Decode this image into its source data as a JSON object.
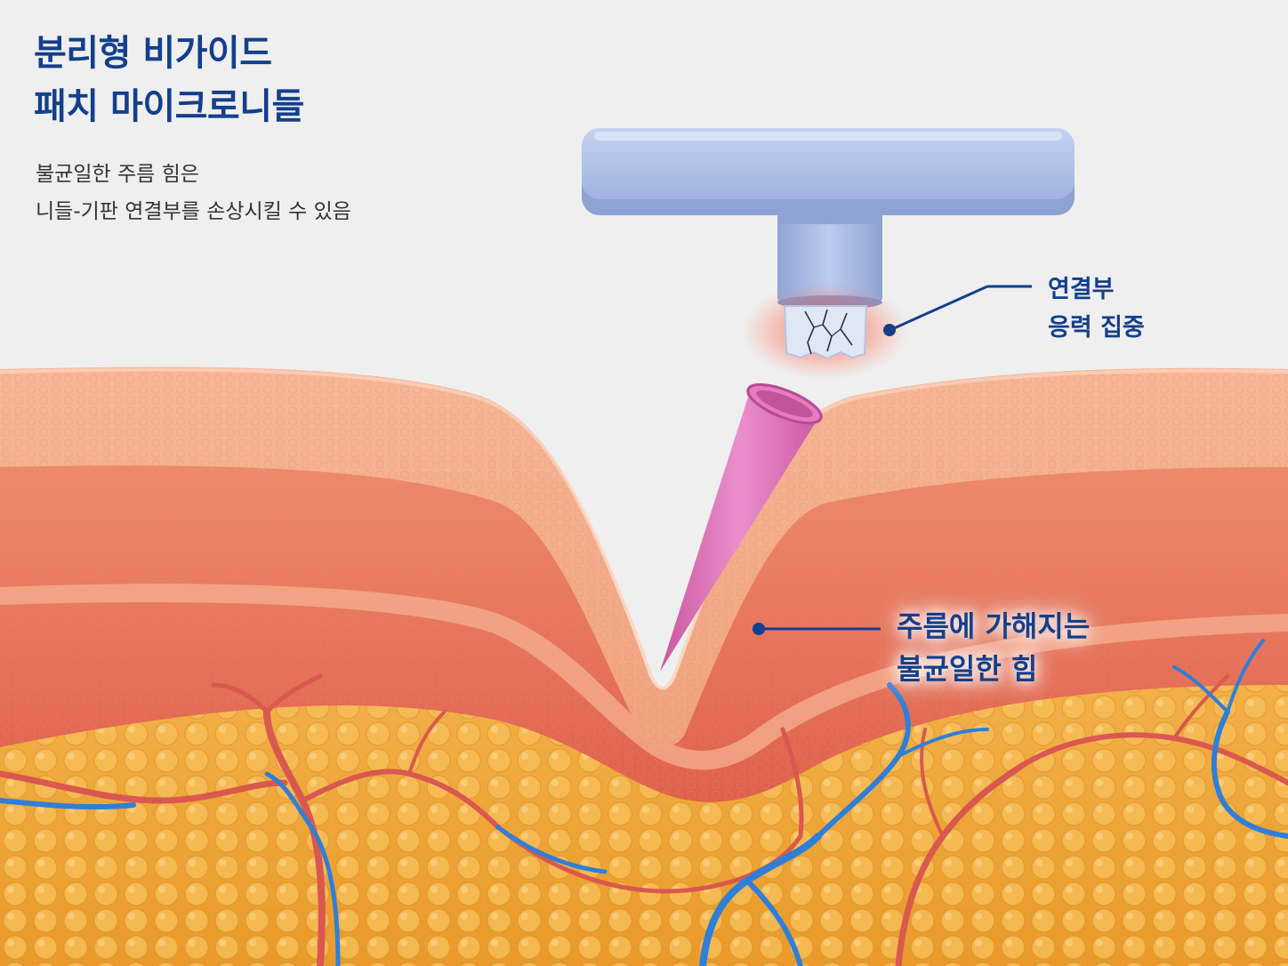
{
  "title": {
    "line1": "분리형 비가이드",
    "line2": "패치 마이크로니들"
  },
  "subtitle": {
    "line1": "불균일한 주름 힘은",
    "line2": "니들-기판 연결부를 손상시킬 수 있음"
  },
  "callouts": {
    "joint": {
      "line1": "연결부",
      "line2": "응력 집중"
    },
    "wrinkle": {
      "line1": "주름에 가해지는",
      "line2": "불균일한 힘"
    }
  },
  "colors": {
    "title": "#133f8c",
    "callout": "#133f8c",
    "patch": "#a8bde6",
    "needle": "#e07bc0",
    "epidermis": "#f3a783",
    "dermis": "#e8705a",
    "fat": "#f0a83a",
    "artery": "#d9584f",
    "vein": "#2f7fd8",
    "stress_glow": "#ff5a4a"
  }
}
